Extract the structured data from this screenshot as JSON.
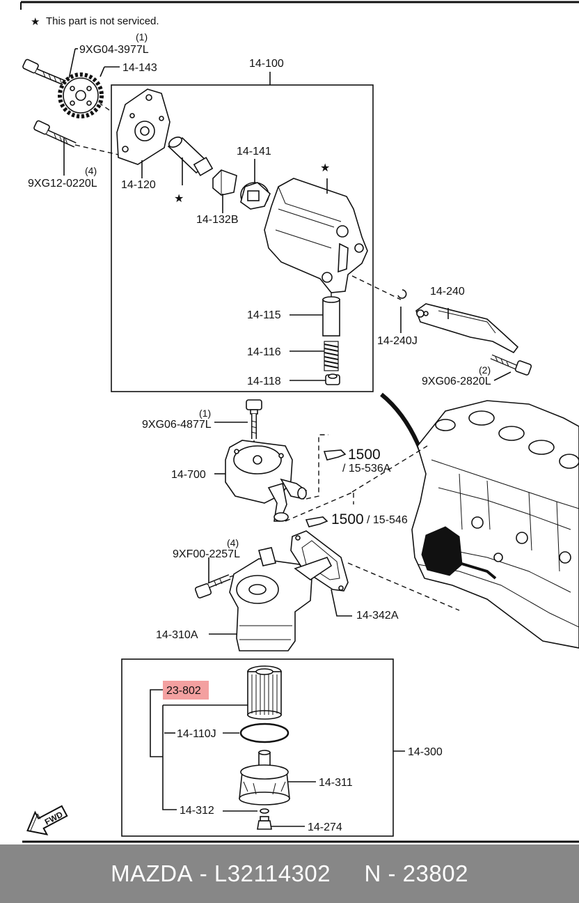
{
  "notice": {
    "star": "★",
    "text": "This part is not serviced."
  },
  "labels": {
    "p1_qty": "(1)",
    "p1": "9XG04-3977L",
    "p2": "14-143",
    "p3": "14-100",
    "p4_qty": "(4)",
    "p4": "9XG12-0220L",
    "p5": "14-120",
    "p6": "14-141",
    "p7": "14-132B",
    "p8": "14-115",
    "p9": "14-116",
    "p10": "14-118",
    "p11": "14-240",
    "p12": "14-240J",
    "p13_qty": "(2)",
    "p13": "9XG06-2820L",
    "p14_qty": "(1)",
    "p14": "9XG06-4877L",
    "p15": "14-700",
    "p16_num": "1500",
    "p16": "/ 15-536A",
    "p17_num": "1500",
    "p17": "/ 15-546",
    "p18_qty": "(4)",
    "p18": "9XF00-2257L",
    "p19": "14-342A",
    "p20": "14-310A",
    "p21": "23-802",
    "p22": "14-110J",
    "p23": "14-300",
    "p24": "14-311",
    "p25": "14-312",
    "p26": "14-274",
    "fwd": "FWD"
  },
  "colors": {
    "highlight": "#f3a0a0",
    "footer_bg": "#878787",
    "footer_text": "#ffffff"
  },
  "footer": {
    "brand": "MAZDA",
    "sep1": " - ",
    "part_number": "L32114302",
    "gap": "     ",
    "n_label": "N",
    "sep2": " - ",
    "n_value": "23802"
  }
}
